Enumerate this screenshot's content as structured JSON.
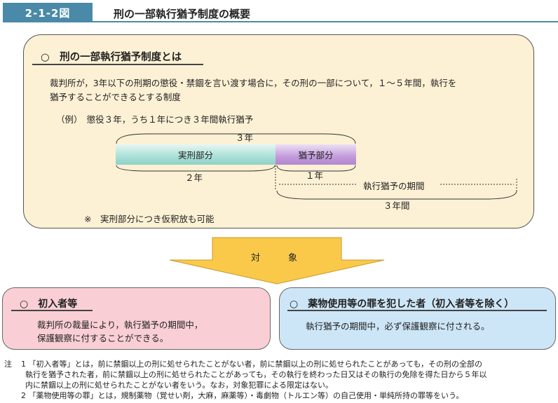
{
  "header": {
    "figure_number": "2-1-2図",
    "title": "刑の一部執行猶予制度の概要"
  },
  "main": {
    "title": "○　刑の一部執行猶予制度とは",
    "description_line1": "裁判所が，3年以下の刑期の懲役・禁錮を言い渡す場合に，その刑の一部について，１～５年間，執行を",
    "description_line2": "猶予することができるとする制度",
    "example": "（例）　懲役３年，うち１年につき３年間執行猶予",
    "label_total": "３年",
    "bar_jitsu": "実刑部分",
    "bar_yuyo": "猶予部分",
    "label_2yr": "２年",
    "label_1yr": "１年",
    "label_period": "執行猶予の期間",
    "label_3yr_period": "３年間",
    "footnote": "※　実刑部分につき仮釈放も可能"
  },
  "arrow": {
    "label_left": "対",
    "label_right": "象"
  },
  "left_box": {
    "title": "○　初入者等",
    "line1": "裁判所の裁量により，執行猶予の期間中，",
    "line2": "保護観察に付することができる。"
  },
  "right_box": {
    "title": "○　薬物使用等の罪を犯した者（初入者等を除く）",
    "line1": "執行猶予の期間中，必ず保護観察に付される。"
  },
  "notes": {
    "label": "注",
    "n1_line1": "1 「初入者等」とは，前に禁錮以上の刑に処せられたことがない者，前に禁錮以上の刑に処せられたことがあっても，その刑の全部の",
    "n1_line2": "執行を猶予された者，前に禁錮以上の刑に処せられたことがあっても，その執行を終わった日又はその執行の免除を得た日から５年以",
    "n1_line3": "内に禁錮以上の刑に処せられたことがない者をいう。なお，対象犯罪による限定はない。",
    "n2_line1": "2 「薬物使用等の罪」とは，規制薬物（覚せい剤，大麻，麻薬等）・毒劇物（トルエン等）の自己使用・単純所持の罪等をいう。"
  },
  "colors": {
    "header_badge": "#4a8aa8",
    "main_box": "#fdf1d5",
    "arrow": "#fbc94a",
    "left_box": "#f9cfd5",
    "right_box": "#cde6f7"
  }
}
